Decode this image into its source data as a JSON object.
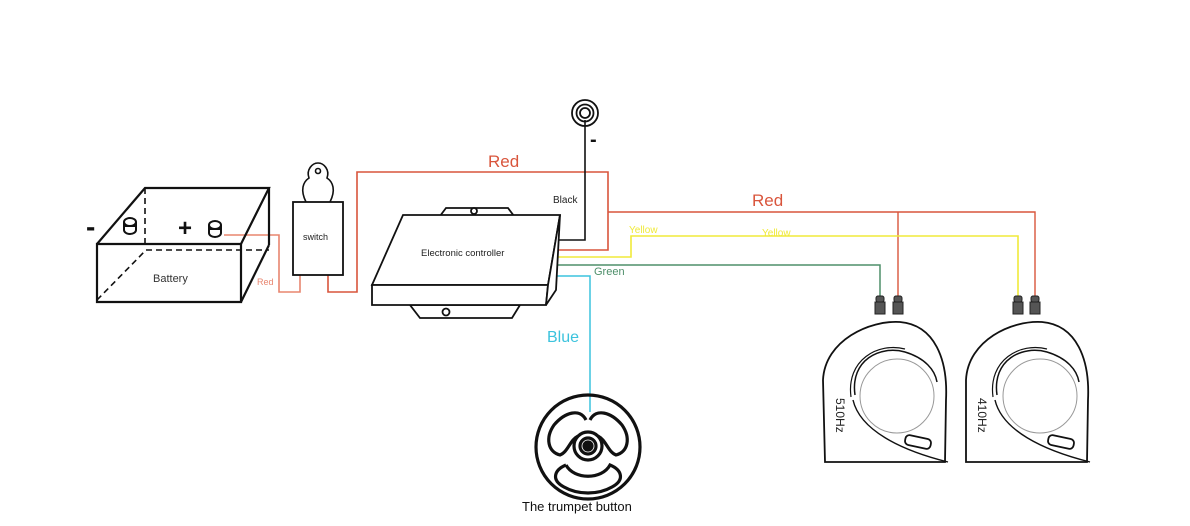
{
  "diagram": {
    "title": "Horn wiring diagram",
    "colors": {
      "red": "#d9553c",
      "red_light": "#e8856f",
      "yellow": "#f0ea3a",
      "green": "#4e8f6a",
      "blue": "#3cc3dd",
      "black": "#111111"
    },
    "battery": {
      "label": "Battery",
      "minus": "-",
      "plus": "+"
    },
    "switch": {
      "label": "switch"
    },
    "controller": {
      "label": "Electronic controller"
    },
    "ground": {
      "symbol": "-"
    },
    "wires": {
      "red_short": "Red",
      "red_top": "Red",
      "black": "Black",
      "red_horns": "Red",
      "yellow_1": "Yellow",
      "yellow_2": "Yellow",
      "green": "Green",
      "blue": "Blue"
    },
    "horns": [
      {
        "label": "510Hz"
      },
      {
        "label": "410Hz"
      }
    ],
    "button": {
      "label": "The trumpet button"
    }
  }
}
